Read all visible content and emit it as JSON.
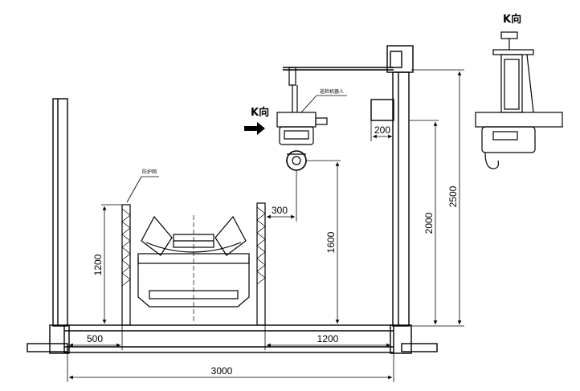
{
  "drawing": {
    "view_label_main": "K向",
    "view_label_detail": "K向",
    "callout_robot": "巡检机器人",
    "callout_fence": "防护网",
    "dimensions": {
      "width_total": "3000",
      "left_gap": "500",
      "right_gap": "1200",
      "fence_height": "1200",
      "robot_height": "1600",
      "robot_offset": "300",
      "beam_offset": "200",
      "inner_height": "2000",
      "total_height": "2500"
    }
  }
}
